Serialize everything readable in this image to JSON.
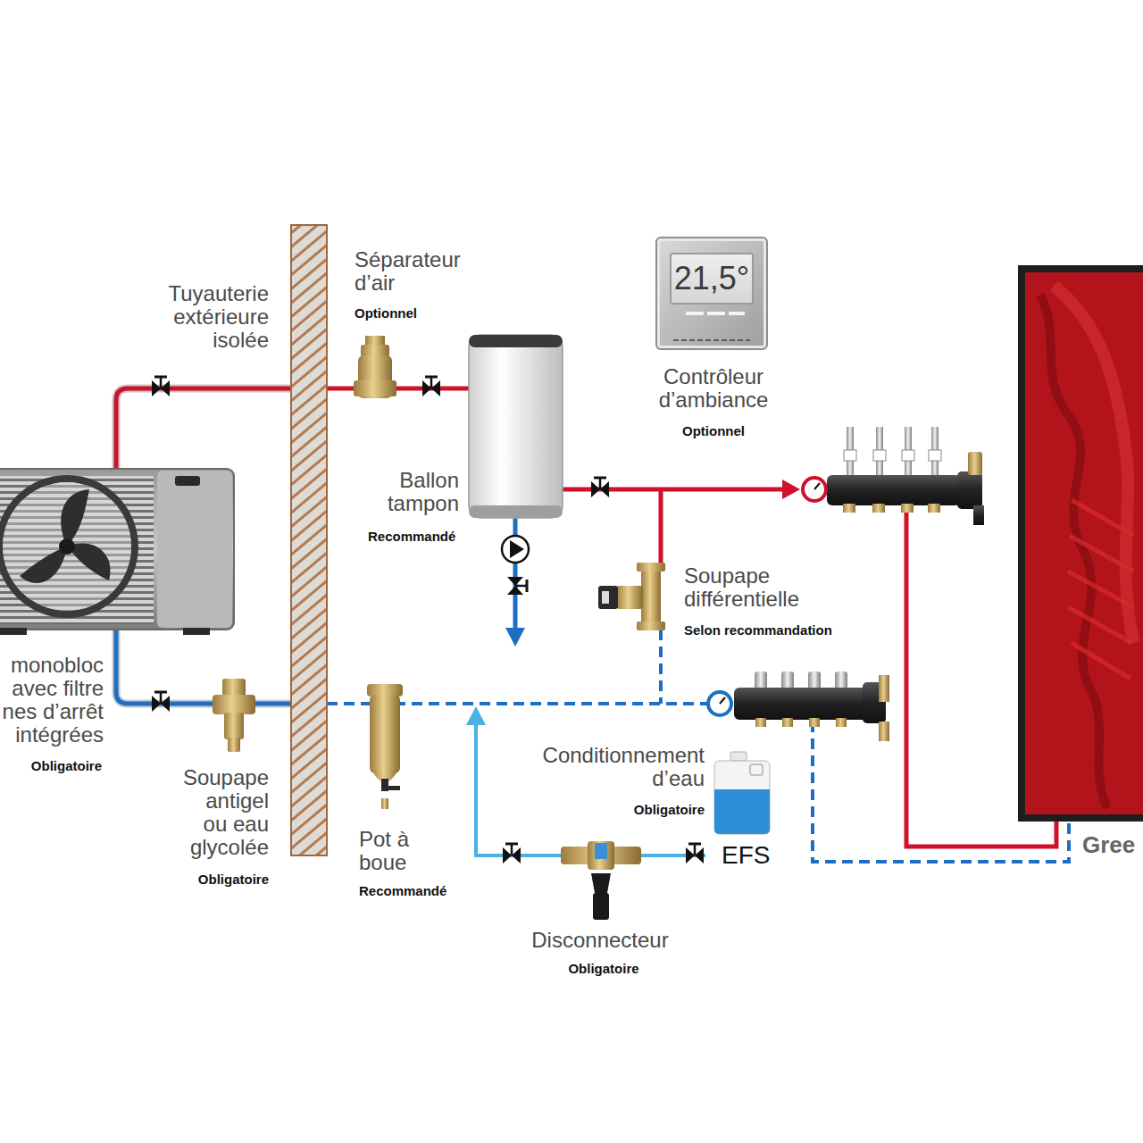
{
  "diagram": {
    "nodes": [
      {
        "text": [
          "21,5°",
          "Contrôleur d’ambiance",
          "Optionnel"
        ]
      }
    ],
    "labels": [
      "Tuyauterie extérieure isolée",
      "Séparateur d’air",
      "Optionnel",
      "Ballon tampon",
      "Recommandé",
      "Soupape différentielle",
      "Selon recommandation",
      "monobloc avec filtre nes d’arrêt intégrées",
      "Obligatoire",
      "Soupape antigel ou eau glycolée",
      "Obligatoire",
      "Pot à boue",
      "Recommandé",
      "Conditionnement d’eau",
      "Obligatoire",
      "EFS",
      "Gree",
      "Disconnecteur",
      "Obligatoire"
    ]
  }
}
